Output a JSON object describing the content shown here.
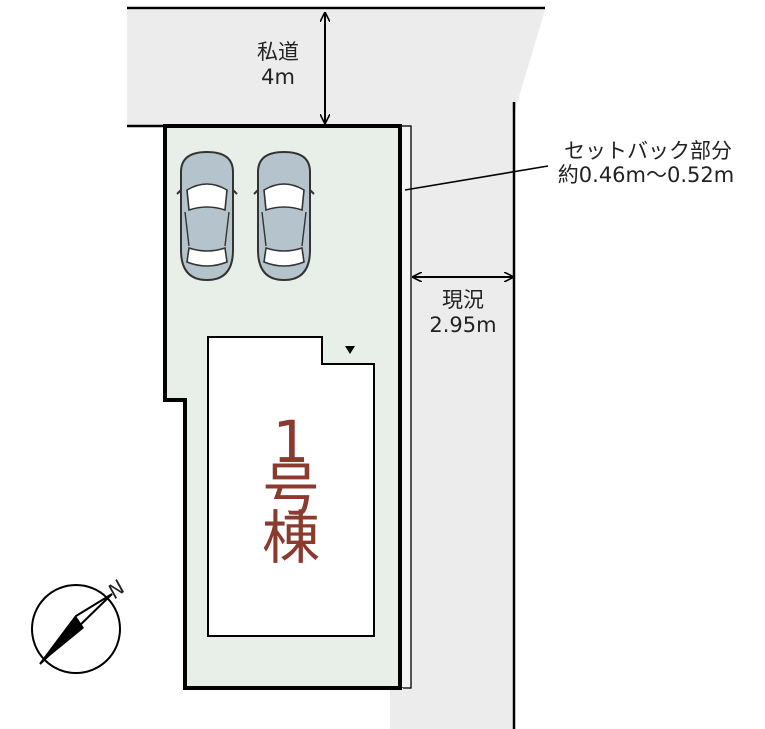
{
  "private_road": {
    "name": "私道",
    "width": "4m"
  },
  "setback": {
    "title": "セットバック部分",
    "range": "約0.46m～0.52m"
  },
  "current_road": {
    "name": "現況",
    "width": "2.95m"
  },
  "building": {
    "number": "1",
    "line2": "号",
    "line3": "棟"
  },
  "compass": {
    "north_label": "N"
  },
  "colors": {
    "lot": "#e8efe8",
    "road": "#ececec",
    "outline": "#000000",
    "building_text": "#8b3a2e",
    "car": "#b5c4cc"
  },
  "parking": {
    "cars": 2
  }
}
